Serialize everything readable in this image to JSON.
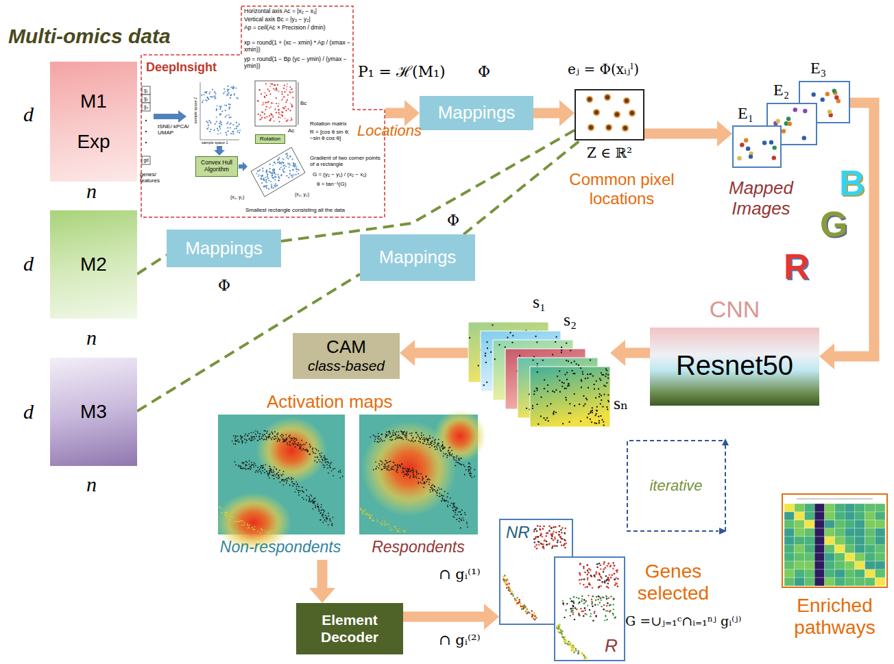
{
  "diagram": {
    "title": "Multi-omics data",
    "nodes": [
      {
        "text": [
          "M1",
          "Exp"
        ]
      },
      {
        "text": [
          "M2"
        ]
      },
      {
        "text": [
          "M3"
        ]
      },
      {
        "text": [
          "DeepInsight"
        ]
      },
      {
        "text": [
          "Convex Hull Algorithm"
        ],
        "in": 3
      },
      {
        "text": [
          "Rotation"
        ],
        "in": 3
      },
      {
        "text": [
          "Mappings"
        ]
      },
      {
        "text": [
          "Mappings"
        ]
      },
      {
        "text": [
          "Mappings"
        ]
      },
      {
        "text": [
          "eⱼ = Φ(xᵢⱼˡ)",
          "Z ∈ ℝ²"
        ]
      },
      {
        "text": [
          "E₁"
        ]
      },
      {
        "text": [
          "E₂"
        ]
      },
      {
        "text": [
          "E₃"
        ]
      },
      {
        "text": [
          "CNN",
          "Resnet50"
        ]
      },
      {
        "text": [
          "s₁",
          "s₂",
          "sₙ"
        ]
      },
      {
        "text": [
          "CAM",
          "class-based"
        ]
      },
      {
        "text": [
          "Non-respondents"
        ]
      },
      {
        "text": [
          "Respondents"
        ]
      },
      {
        "text": [
          "Element Decoder"
        ]
      },
      {
        "text": [
          "NR"
        ]
      },
      {
        "text": [
          "R"
        ]
      },
      {
        "text": [
          "iterative"
        ]
      },
      {
        "text": [
          "Enriched pathways"
        ]
      }
    ],
    "edges": [
      {
        "from": 3,
        "to": 6,
        "label": "Locations",
        "arrow": "to"
      },
      {
        "from": 6,
        "to": 9,
        "arrow": "to"
      },
      {
        "from": 1,
        "to": 7,
        "arrow": "none"
      },
      {
        "from": 7,
        "to": 9,
        "arrow": "none"
      },
      {
        "from": 2,
        "to": 8,
        "arrow": "none"
      },
      {
        "from": 8,
        "to": 9,
        "arrow": "none"
      },
      {
        "from": 9,
        "to": 10,
        "arrow": "to"
      },
      {
        "from": 12,
        "to": 13,
        "arrow": "to"
      },
      {
        "from": 13,
        "to": 14,
        "arrow": "to"
      },
      {
        "from": 14,
        "to": 15,
        "arrow": "to"
      },
      {
        "from": 16,
        "to": 18,
        "arrow": "to"
      },
      {
        "from": 18,
        "to": 19,
        "arrow": "to"
      }
    ],
    "labels": [
      "d",
      "n",
      "d",
      "n",
      "d",
      "n",
      "Horizontal axis Ac = |x₂ − x₁|",
      "Vertical axis Bc = |y₃ − y₂|",
      "Ap = ceil(Ac × Precision / dmin)",
      "xp = round(1 + (xc − xmin) * Ap / (xmax − xmin))",
      "yp = round(1 − Bp (yc − ymin) / (ymax − ymin))",
      "g₁",
      "g₂",
      "g₃",
      "gd",
      "genes/ features",
      "tSNE/ kPCA/ UMAP",
      "sample space 1",
      "sample space 2",
      "Bc",
      "Ac",
      "Rotation matrix",
      "R = [cos θ sin θ; −sin θ cos θ]",
      "Gradient of two corner points of a rectangle",
      "G = (y₂ − y₁) / (x₂ − x₁)",
      "θ = tan⁻¹(G)",
      "(x₁, y₁)",
      "(x₂, y₂)",
      "Smallest rectangle consisting all the data",
      "P₁ = ℋ(M₁)",
      "Φ",
      "Φ",
      "Φ",
      "Common pixel locations",
      "Mapped Images",
      "B",
      "G",
      "R",
      "Activation maps",
      "∩ gᵢ⁽¹⁾",
      "∩ gᵢ⁽²⁾",
      "Genes selected",
      "G =∪ⱼ₌₁ᶜ∩ᵢ₌₁ⁿʲ gᵢ⁽ʲ⁾"
    ]
  }
}
